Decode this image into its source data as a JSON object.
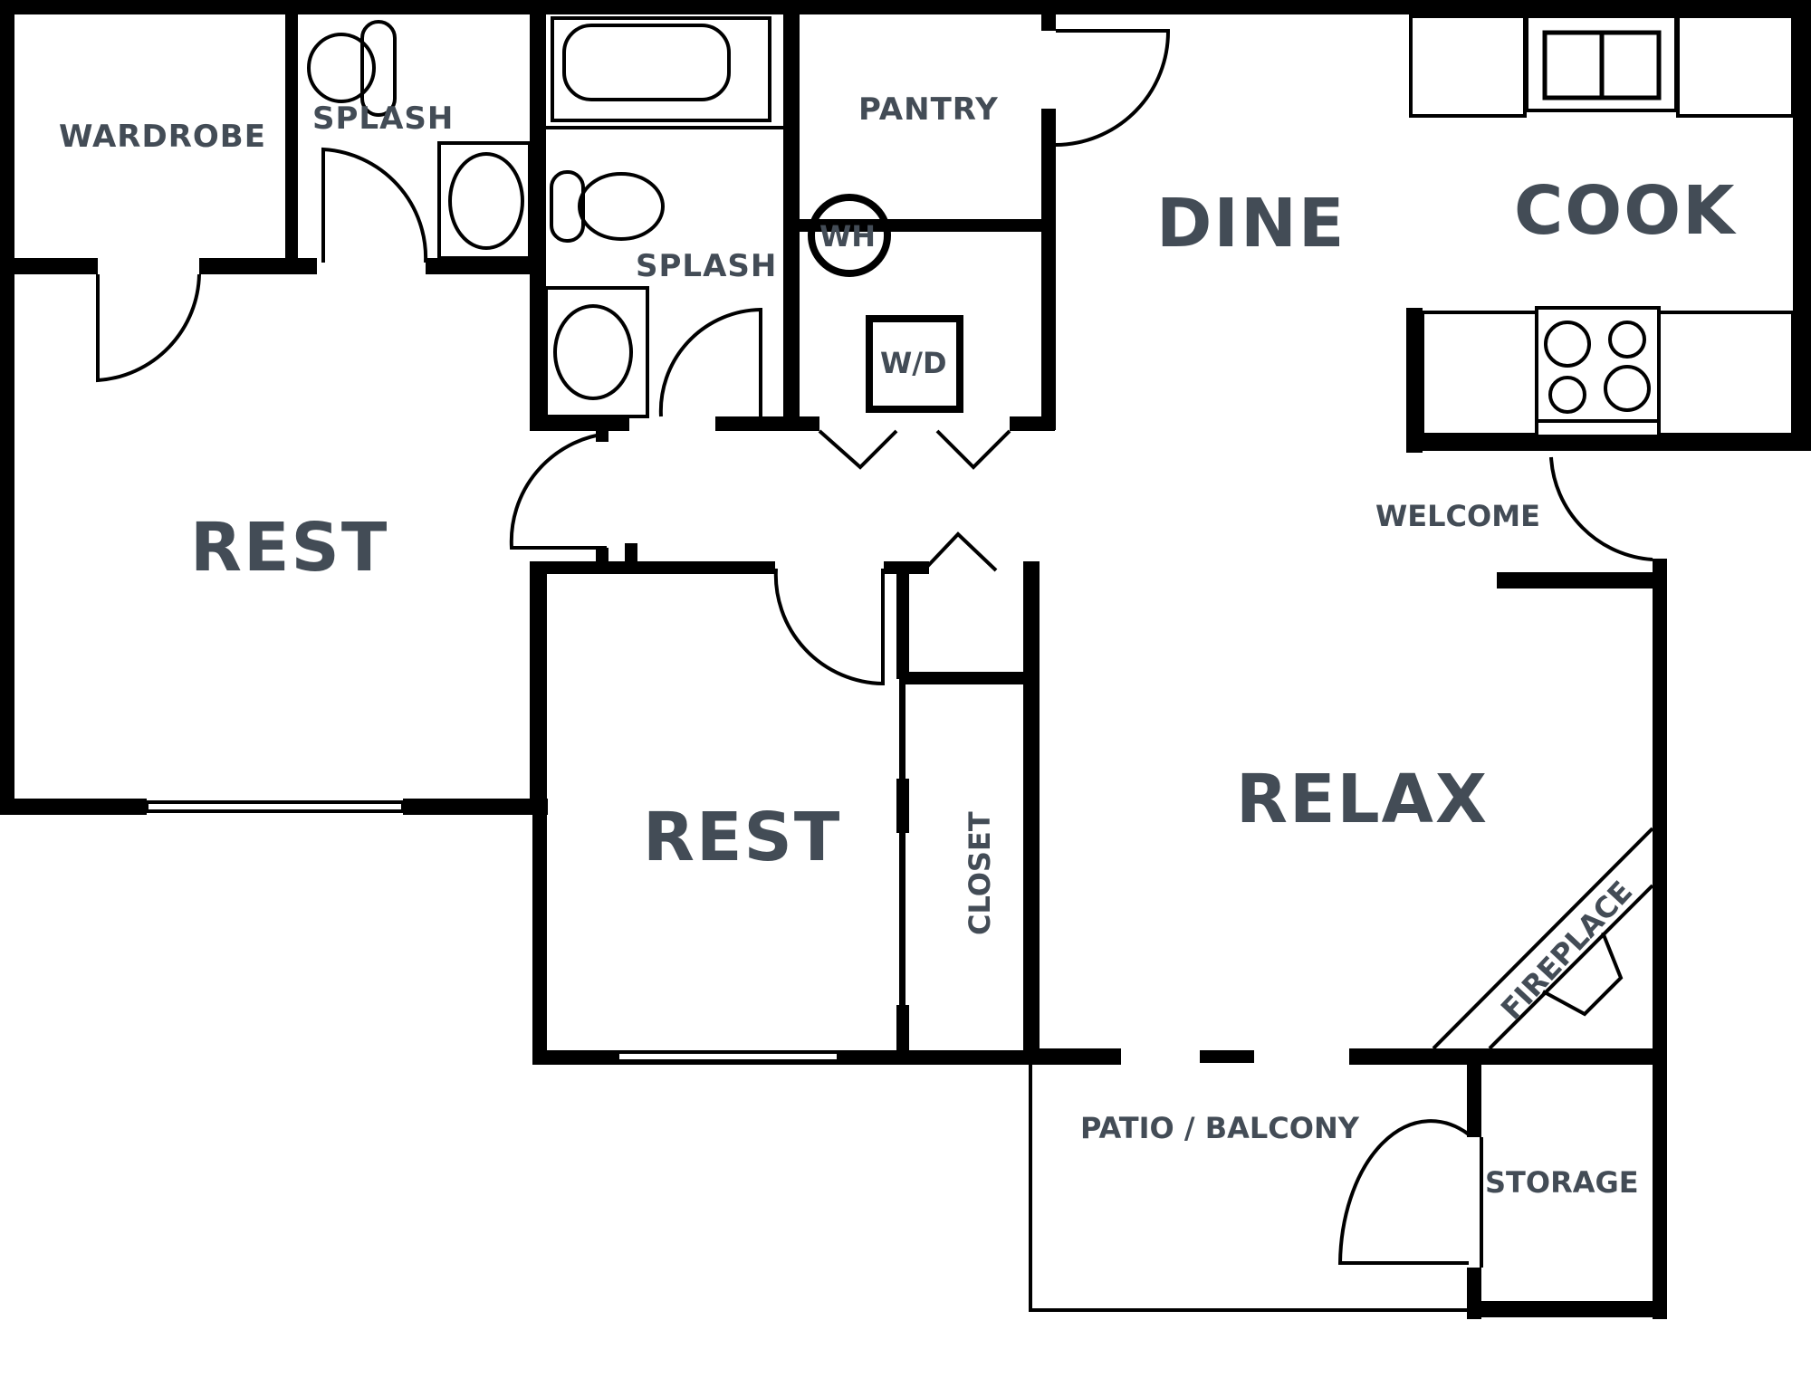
{
  "floorplan": {
    "rooms": {
      "wardrobe": "WARDROBE",
      "splash_1": "SPLASH",
      "splash_2": "SPLASH",
      "pantry": "PANTRY",
      "water_heater": "WH",
      "washer_dryer": "W/D",
      "dine": "DINE",
      "cook": "COOK",
      "welcome": "WELCOME",
      "rest_1": "REST",
      "rest_2": "REST",
      "closet": "CLOSET",
      "relax": "RELAX",
      "fireplace": "FIREPLACE",
      "patio": "PATIO / BALCONY",
      "storage": "STORAGE"
    },
    "colors": {
      "wall": "#000000",
      "label": "#434c56",
      "background": "#ffffff"
    }
  }
}
